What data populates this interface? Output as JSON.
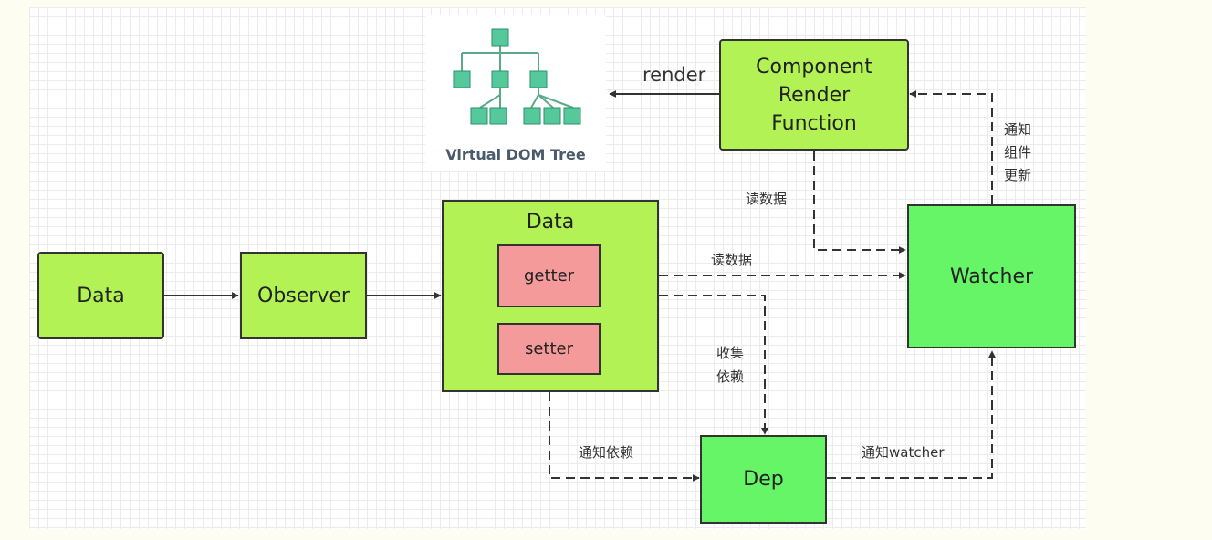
{
  "nodes": {
    "data_source": "Data",
    "observer": "Observer",
    "data_container": "Data",
    "getter": "getter",
    "setter": "setter",
    "component_render": [
      "Component",
      "Render",
      "Function"
    ],
    "watcher": "Watcher",
    "dep": "Dep",
    "vdom_caption": "Virtual DOM Tree"
  },
  "edge_labels": {
    "render": "render",
    "read_data_top": "读数据",
    "read_data_mid": "读数据",
    "notify_component": [
      "通知",
      "组件",
      "更新"
    ],
    "collect_deps": [
      "收集",
      "依赖"
    ],
    "notify_deps": "通知依赖",
    "notify_watcher": "通知watcher"
  },
  "colors": {
    "lime": "#b3f255",
    "green": "#66f566",
    "pink": "#f59a9a",
    "vdom_block": "#55c99b"
  },
  "icons": [
    "virtual-dom-tree-icon"
  ]
}
